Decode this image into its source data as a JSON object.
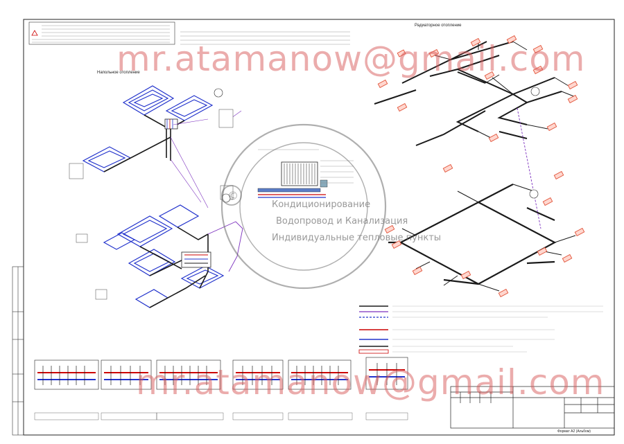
{
  "watermark": {
    "email": "mr.atamanow@gmail.com",
    "stamp_lines": [
      "Кондиционирование",
      "Водопровод и Канализация",
      "Индивидуальные тепловые пункты"
    ]
  },
  "labels": {
    "floor_heating": "Напольное отопление",
    "radiator_heating": "Радиаторное отопление"
  },
  "title_block": {
    "format": "Формат А2 (Альбом)"
  },
  "colors": {
    "pipe": "#1a1a1a",
    "supply_violet": "#7b2fbe",
    "heating_loop": "#2233cc",
    "radiator": "#e2543a",
    "manifold_supply": "#d42020",
    "watermark": "#d75a5a"
  }
}
